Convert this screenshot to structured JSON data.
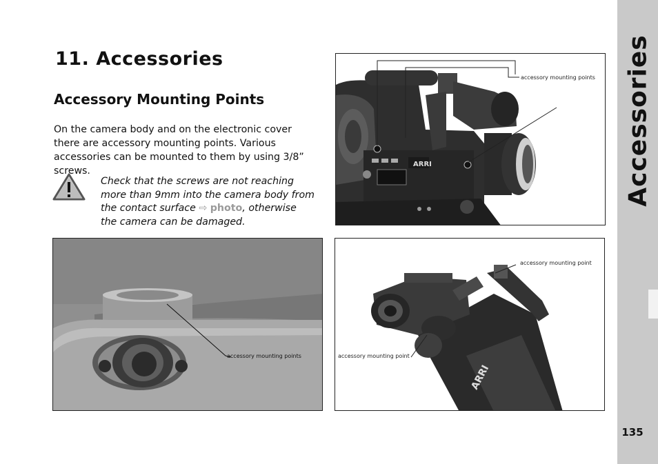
{
  "heading": "11. Accessories",
  "subheading": "Accessory Mounting Points",
  "paragraph": "On the camera body and on the electronic cover there are accessory mounting points. Various accessories can be mounted to them by using 3/8” screws.",
  "warning": {
    "icon": "warning-triangle-icon",
    "text_before": "Check that the screws are not reaching more than 9mm into the camera body from the contact surface",
    "arrow": "⇨",
    "link": "photo",
    "text_after": ", otherwise the camera can be damaged."
  },
  "figures": {
    "top_right": {
      "caption": "accessory mounting points"
    },
    "bottom_left": {
      "caption": "accessory mounting points"
    },
    "bottom_right": {
      "caption_top": "accessory mounting point",
      "caption_left": "accessory mounting point"
    }
  },
  "sidebar": {
    "title": "Accessories",
    "page_number": "135"
  },
  "colors": {
    "sidebar": "#c9c9c9",
    "photo_link": "#9a9a9a",
    "text": "#111111"
  }
}
